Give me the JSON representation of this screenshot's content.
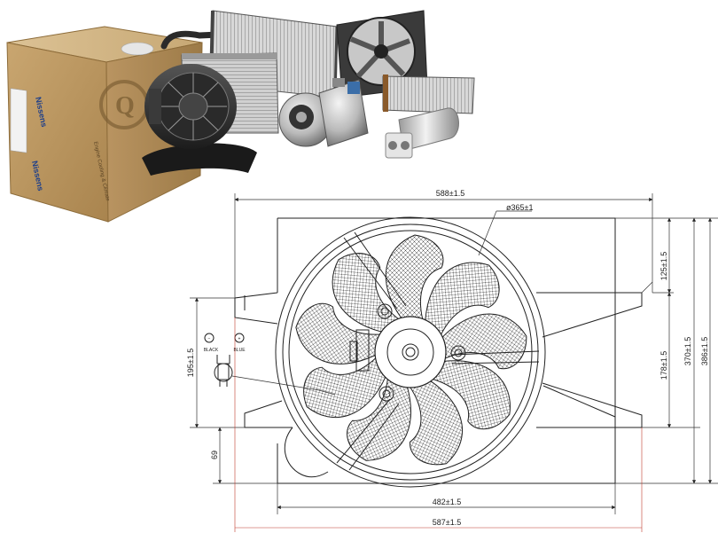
{
  "photo": {
    "box_logo_top": "Nissens",
    "box_logo_side": "Nissens",
    "box_slogan": "Engine Cooling & Climate",
    "box_badge": "Q"
  },
  "dimensions": {
    "overall_width": "588±1.5",
    "fan_diameter": "ø365±1",
    "top_offset": "125±1.5",
    "frame_height": "370±1.5",
    "overall_height": "386±1.5",
    "center_height": "178±1.5",
    "connector_height": "195±1.5",
    "bottom_offset": "69",
    "inner_width": "482±1.5",
    "bottom_width": "587±1.5"
  },
  "connector": {
    "minus_label": "BLACK",
    "plus_label": "BLUE",
    "minus_symbol": "−",
    "plus_symbol": "+"
  }
}
